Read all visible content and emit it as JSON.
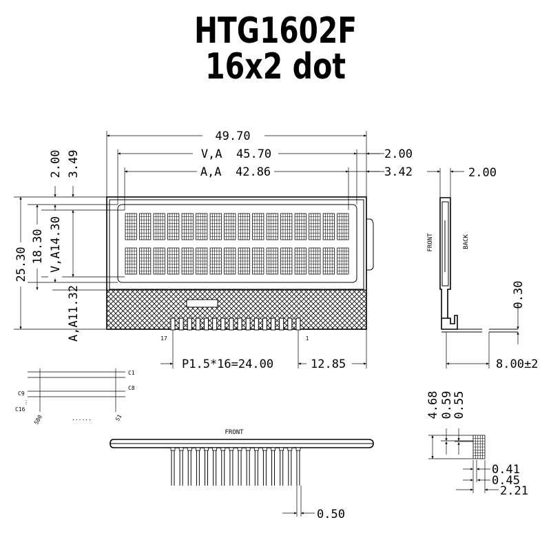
{
  "title": {
    "line1": "HTG1602F",
    "line2": "16x2 dot"
  },
  "front_view": {
    "dim_total_width": "49.70",
    "dim_va_width": "V,A  45.70",
    "dim_aa_width": "A,A  42.86",
    "dim_right_va": "2.00",
    "dim_right_aa": "3.42",
    "dim_left_2": "2.00",
    "dim_left_349": "3.49",
    "dim_height_total": "25.30",
    "dim_height_va": "18.30",
    "dim_va_14": "V,A14.30",
    "dim_aa_11": "A,A11.32",
    "pin_pitch": "P1.5*16=24.00",
    "pin_offset": "12.85",
    "pin_label_17": "17",
    "pin_label_1": "1",
    "columns": 16,
    "rows": 2
  },
  "side_view": {
    "dim_top": "2.00",
    "label_front": "FRONT",
    "label_back": "BACK",
    "dim_030": "0.30",
    "dim_bottom": "8.00±2"
  },
  "segment_map": {
    "c1": "C1",
    "c8": "C8",
    "c9": "C9",
    "c16": "C16",
    "s80": "S80",
    "dots": "......",
    "s1": "S1"
  },
  "bottom_view": {
    "label_front": "FRONT",
    "dim_pin": "0.50"
  },
  "char_detail": {
    "dim_468": "4.68",
    "dim_059": "0.59",
    "dim_055": "0.55",
    "dim_041": "0.41",
    "dim_045": "0.45",
    "dim_221": "2.21"
  }
}
